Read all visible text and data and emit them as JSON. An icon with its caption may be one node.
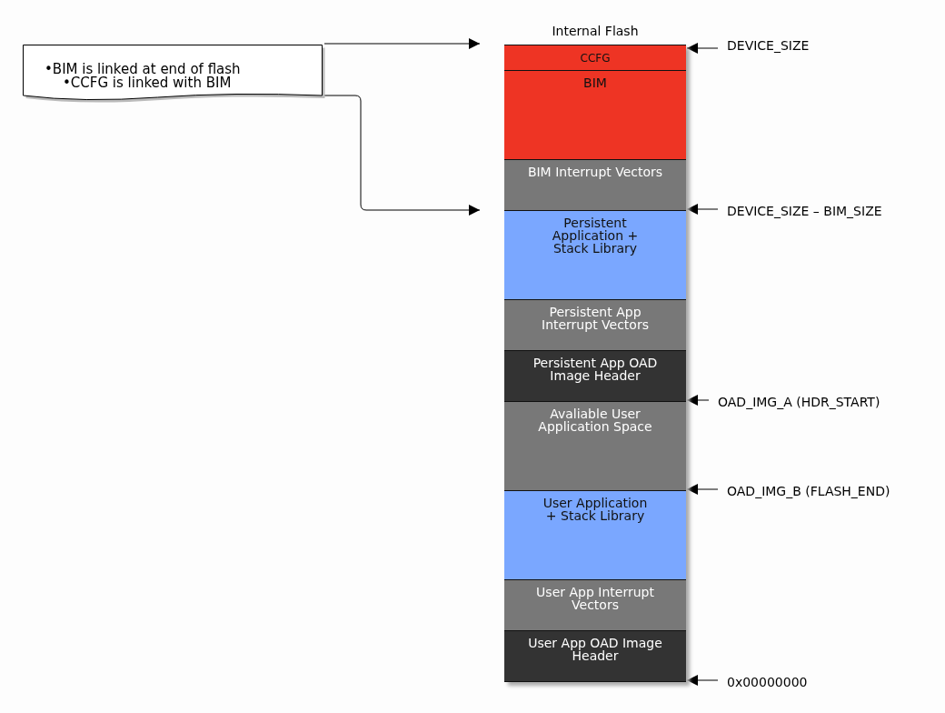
{
  "diagram": {
    "nodes": [
      {
        "text": [
          "•BIM is linked at end of flash",
          "•CCFG is linked with BIM"
        ]
      },
      {
        "text": [
          "Internal Flash"
        ]
      },
      {
        "text": [
          "CCFG"
        ],
        "in": 1
      },
      {
        "text": [
          "BIM"
        ],
        "in": 1
      },
      {
        "text": [
          "BIM Interrupt Vectors"
        ],
        "in": 1
      },
      {
        "text": [
          "Persistent Application + Stack Library"
        ],
        "in": 1
      },
      {
        "text": [
          "Persistent App Interrupt Vectors"
        ],
        "in": 1
      },
      {
        "text": [
          "Persistent App OAD Image Header"
        ],
        "in": 1
      },
      {
        "text": [
          "Avaliable User Application Space"
        ],
        "in": 1
      },
      {
        "text": [
          "User Application + Stack Library"
        ],
        "in": 1
      },
      {
        "text": [
          "User App Interrupt Vectors"
        ],
        "in": 1
      },
      {
        "text": [
          "User App OAD Image Header"
        ],
        "in": 1
      },
      {
        "text": [
          "DEVICE_SIZE"
        ]
      },
      {
        "text": [
          "DEVICE_SIZE – BIM_SIZE"
        ]
      },
      {
        "text": [
          "OAD_IMG_A (HDR_START)"
        ]
      },
      {
        "text": [
          "OAD_IMG_B (FLASH_END)"
        ]
      },
      {
        "text": [
          "0x00000000"
        ]
      }
    ],
    "edges": [
      {
        "from": 0,
        "to": null,
        "arrow": "to"
      },
      {
        "from": 0,
        "to": null,
        "arrow": "to"
      },
      {
        "from": 12,
        "to": 2,
        "arrow": "to"
      },
      {
        "from": 13,
        "to": 4,
        "arrow": "to"
      },
      {
        "from": 14,
        "to": 7,
        "arrow": "to"
      },
      {
        "from": 15,
        "to": 8,
        "arrow": "to"
      },
      {
        "from": 16,
        "to": 11,
        "arrow": "to"
      }
    ]
  }
}
